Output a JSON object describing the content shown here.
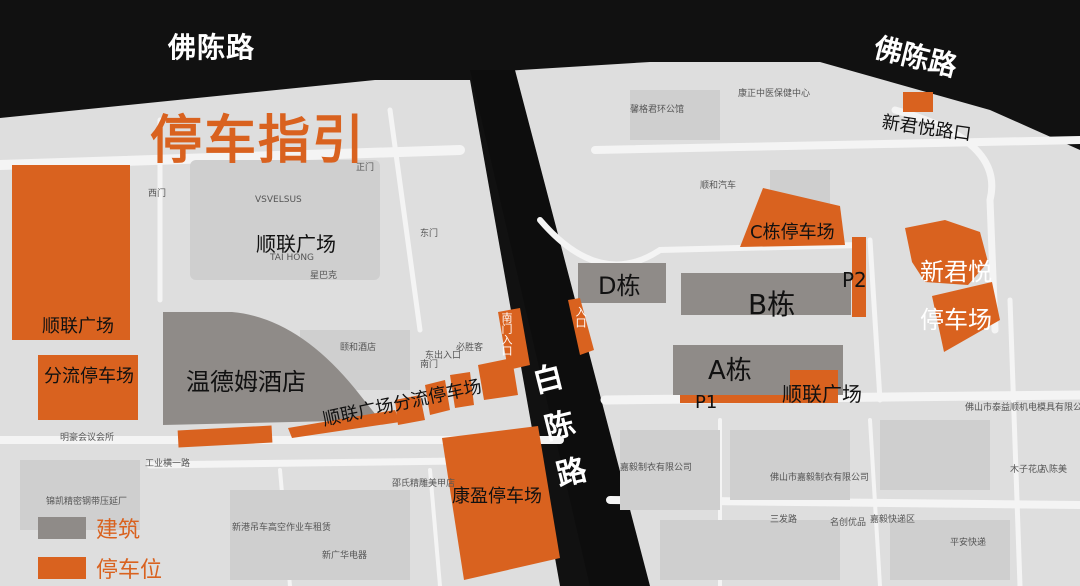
{
  "roads": {
    "top_left": "佛陈路",
    "top_right": "佛陈路",
    "vertical": "白陈路"
  },
  "title": "停车指引",
  "buildings": {
    "wendem": "温德姆酒店",
    "d_block": "D栋",
    "b_block": "B栋",
    "a_block": "A栋"
  },
  "parking": {
    "shunlian_left": "顺联广场",
    "fenliu_left": "分流停车场",
    "fenliu_strip": "顺联广场分流停车场",
    "kangying": "康盈停车场",
    "c_block": "C栋停车场",
    "p2": "P2",
    "p1": "P1",
    "shunlian_right": "顺联广场",
    "xinjunyue_lot": "新君悦停车场",
    "xinjunyue_gate": "新君悦路口",
    "small_gate_1": "南门入口",
    "small_gate_2": "入口"
  },
  "place_labels": {
    "shunlian_square": "顺联广场"
  },
  "poi": [
    "正门",
    "东门",
    "南门",
    "西门",
    "东出入口",
    "必胜客",
    "星巴克",
    "VSVELSUS",
    "TAI HONG",
    "颐和酒店",
    "嘉毅制衣有限公司",
    "佛山市嘉毅制衣有限公司",
    "三发路",
    "新港吊车高空作业车租赁",
    "新广华电器",
    "邵氏精雕美甲店",
    "工业横一路",
    "佛山市泰益顺机电模具有限公司",
    "嘉毅快递区",
    "名创优品",
    "平安快递",
    "木子花店",
    "康正中医保健中心",
    "顺和汽车",
    "馨格君环公馆",
    "明豪会议会所",
    "锦凯精密钢带压延厂",
    "八陈美"
  ],
  "legend": [
    {
      "label": "建筑",
      "color": "#8f8b88"
    },
    {
      "label": "停车位",
      "color": "#d9621f"
    }
  ],
  "colors": {
    "building": "#8f8b88",
    "parking": "#d9621f",
    "road": "#0d0d0d",
    "map_bg": "#dcdcdc",
    "title": "#d9621f"
  }
}
